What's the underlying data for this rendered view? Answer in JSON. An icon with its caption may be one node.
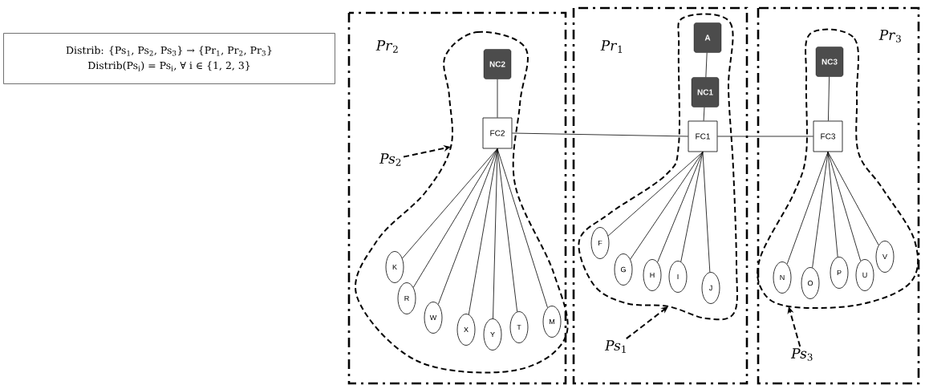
{
  "diagram": {
    "nodes": [
      {
        "text": [
          "Distrib: {Ps$_{1}$, Ps$_{2}$, Ps$_{3}$} → {Pr$_{1}$, Pr$_{2}$, Pr$_{3}$}",
          "Distrib(Ps$_{i}$) = Ps$_{i}$, ∀ i ∈ {1, 2, 3}"
        ]
      },
      {
        "text": [
          "*Pr*$_{2}$"
        ]
      },
      {
        "text": [],
        "shape": "cloud",
        "in": 1
      },
      {
        "text": [
          "NC2"
        ],
        "in": 2
      },
      {
        "text": [
          "FC2"
        ],
        "in": 2
      },
      {
        "text": [
          "K"
        ],
        "in": 2
      },
      {
        "text": [
          "R"
        ],
        "in": 2
      },
      {
        "text": [
          "W"
        ],
        "in": 2
      },
      {
        "text": [
          "X"
        ],
        "in": 2
      },
      {
        "text": [
          "Y"
        ],
        "in": 2
      },
      {
        "text": [
          "T"
        ],
        "in": 2
      },
      {
        "text": [
          "M"
        ],
        "in": 2
      },
      {
        "text": [
          "*Ps*$_{2}$"
        ],
        "in": 1
      },
      {
        "text": [
          "*Pr*$_{1}$"
        ]
      },
      {
        "text": [],
        "shape": "cloud",
        "in": 13
      },
      {
        "text": [
          "A"
        ],
        "in": 14
      },
      {
        "text": [
          "NC1"
        ],
        "in": 14
      },
      {
        "text": [
          "FC1"
        ],
        "in": 14
      },
      {
        "text": [
          "F"
        ],
        "in": 14
      },
      {
        "text": [
          "G"
        ],
        "in": 14
      },
      {
        "text": [
          "H"
        ],
        "in": 14
      },
      {
        "text": [
          "I"
        ],
        "in": 14
      },
      {
        "text": [
          "J"
        ],
        "in": 14
      },
      {
        "text": [
          "*Ps*$_{1}$"
        ],
        "in": 13
      },
      {
        "text": [
          "*Pr*$_{3}$"
        ]
      },
      {
        "text": [],
        "shape": "cloud",
        "in": 24
      },
      {
        "text": [
          "NC3"
        ],
        "in": 25
      },
      {
        "text": [
          "FC3"
        ],
        "in": 25
      },
      {
        "text": [
          "N"
        ],
        "in": 25
      },
      {
        "text": [
          "O"
        ],
        "in": 25
      },
      {
        "text": [
          "P"
        ],
        "in": 25
      },
      {
        "text": [
          "U"
        ],
        "in": 25
      },
      {
        "text": [
          "V"
        ],
        "in": 25
      },
      {
        "text": [
          "*Ps*$_{3}$"
        ],
        "in": 24
      }
    ],
    "edges": [
      {
        "from": 3,
        "to": 4,
        "arrow": "none"
      },
      {
        "from": 4,
        "to": 5,
        "arrow": "none"
      },
      {
        "from": 4,
        "to": 6,
        "arrow": "none"
      },
      {
        "from": 4,
        "to": 7,
        "arrow": "none"
      },
      {
        "from": 4,
        "to": 8,
        "arrow": "none"
      },
      {
        "from": 4,
        "to": 9,
        "arrow": "none"
      },
      {
        "from": 4,
        "to": 10,
        "arrow": "none"
      },
      {
        "from": 4,
        "to": 11,
        "arrow": "none"
      },
      {
        "from": 12,
        "to": 2,
        "arrow": "to",
        "style": "dashed"
      },
      {
        "from": 4,
        "to": 17,
        "arrow": "none"
      },
      {
        "from": 15,
        "to": 16,
        "arrow": "none"
      },
      {
        "from": 16,
        "to": 17,
        "arrow": "none"
      },
      {
        "from": 17,
        "to": 18,
        "arrow": "none"
      },
      {
        "from": 17,
        "to": 19,
        "arrow": "none"
      },
      {
        "from": 17,
        "to": 20,
        "arrow": "none"
      },
      {
        "from": 17,
        "to": 21,
        "arrow": "none"
      },
      {
        "from": 17,
        "to": 22,
        "arrow": "none"
      },
      {
        "from": 23,
        "to": 14,
        "arrow": "to",
        "style": "dashed"
      },
      {
        "from": 17,
        "to": 27,
        "arrow": "none"
      },
      {
        "from": 26,
        "to": 27,
        "arrow": "none"
      },
      {
        "from": 27,
        "to": 28,
        "arrow": "none"
      },
      {
        "from": 27,
        "to": 29,
        "arrow": "none"
      },
      {
        "from": 27,
        "to": 30,
        "arrow": "none"
      },
      {
        "from": 27,
        "to": 31,
        "arrow": "none"
      },
      {
        "from": 27,
        "to": 32,
        "arrow": "none"
      },
      {
        "from": 33,
        "to": 25,
        "arrow": "to",
        "style": "dashed"
      }
    ]
  }
}
